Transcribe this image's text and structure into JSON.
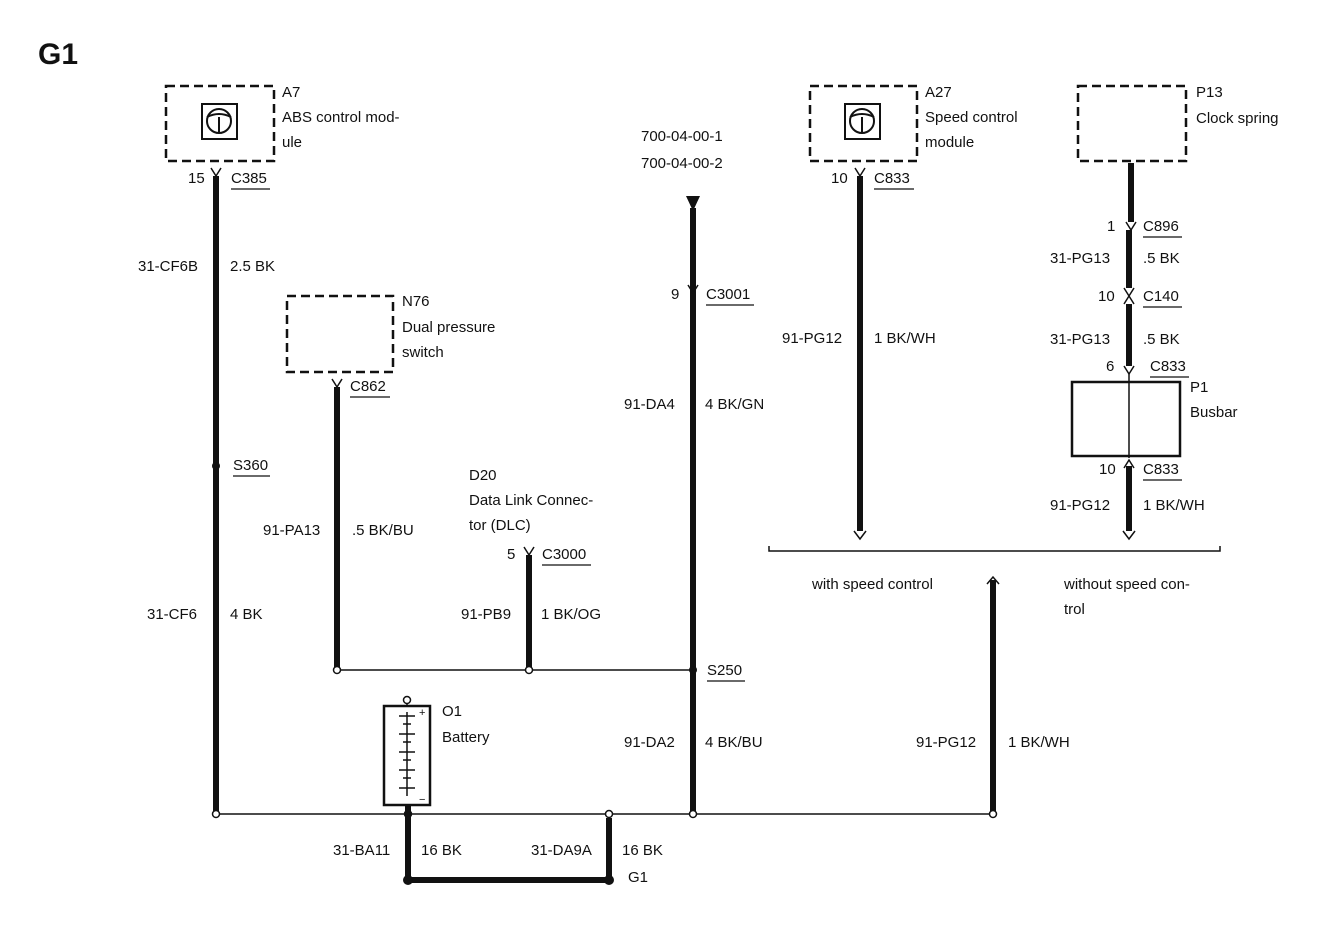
{
  "page_title": "G1",
  "components": {
    "abs": {
      "id": "A7",
      "name1": "ABS control mod-",
      "name2": "ule"
    },
    "speed": {
      "id": "A27",
      "name1": "Speed control",
      "name2": "module"
    },
    "clock": {
      "id": "P13",
      "name1": "Clock spring"
    },
    "dual": {
      "id": "N76",
      "name1": "Dual pressure",
      "name2": "switch"
    },
    "dlc": {
      "id": "D20",
      "name1": "Data Link Connec-",
      "name2": "tor (DLC)"
    },
    "busbar": {
      "id": "P1",
      "name1": "Busbar"
    },
    "battery": {
      "id": "O1",
      "name1": "Battery"
    },
    "ground": {
      "id": "G1"
    }
  },
  "refs": [
    "700-04-00-1",
    "700-04-00-2"
  ],
  "connectors": {
    "c385": {
      "pin": "15",
      "name": "C385"
    },
    "c833a": {
      "pin": "10",
      "name": "C833"
    },
    "c896": {
      "pin": "1",
      "name": "C896"
    },
    "c140": {
      "pin": "10",
      "name": "C140"
    },
    "c833b": {
      "pin": "6",
      "name": "C833"
    },
    "c833c": {
      "pin": "10",
      "name": "C833"
    },
    "c3001": {
      "pin": "9",
      "name": "C3001"
    },
    "c862": {
      "name": "C862"
    },
    "c3000": {
      "pin": "5",
      "name": "C3000"
    }
  },
  "splices": {
    "s360": "S360",
    "s250": "S250"
  },
  "wires": {
    "cf6b": {
      "circuit": "31-CF6B",
      "spec": "2.5 BK"
    },
    "cf6": {
      "circuit": "31-CF6",
      "spec": "4 BK"
    },
    "pa13": {
      "circuit": "91-PA13",
      "spec": ".5 BK/BU"
    },
    "pb9": {
      "circuit": "91-PB9",
      "spec": "1 BK/OG"
    },
    "da4": {
      "circuit": "91-DA4",
      "spec": "4 BK/GN"
    },
    "da2": {
      "circuit": "91-DA2",
      "spec": "4 BK/BU"
    },
    "pg12a": {
      "circuit": "91-PG12",
      "spec": "1 BK/WH"
    },
    "pg13a": {
      "circuit": "31-PG13",
      "spec": ".5 BK"
    },
    "pg13b": {
      "circuit": "31-PG13",
      "spec": ".5 BK"
    },
    "pg12b": {
      "circuit": "91-PG12",
      "spec": "1 BK/WH"
    },
    "pg12c": {
      "circuit": "91-PG12",
      "spec": "1 BK/WH"
    },
    "ba11": {
      "circuit": "31-BA11",
      "spec": "16 BK"
    },
    "da9a": {
      "circuit": "31-DA9A",
      "spec": "16 BK"
    }
  },
  "options": {
    "with": "with speed control",
    "without1": "without speed con-",
    "without2": "trol"
  },
  "battery_marks": {
    "plus": "+",
    "minus": "−"
  }
}
